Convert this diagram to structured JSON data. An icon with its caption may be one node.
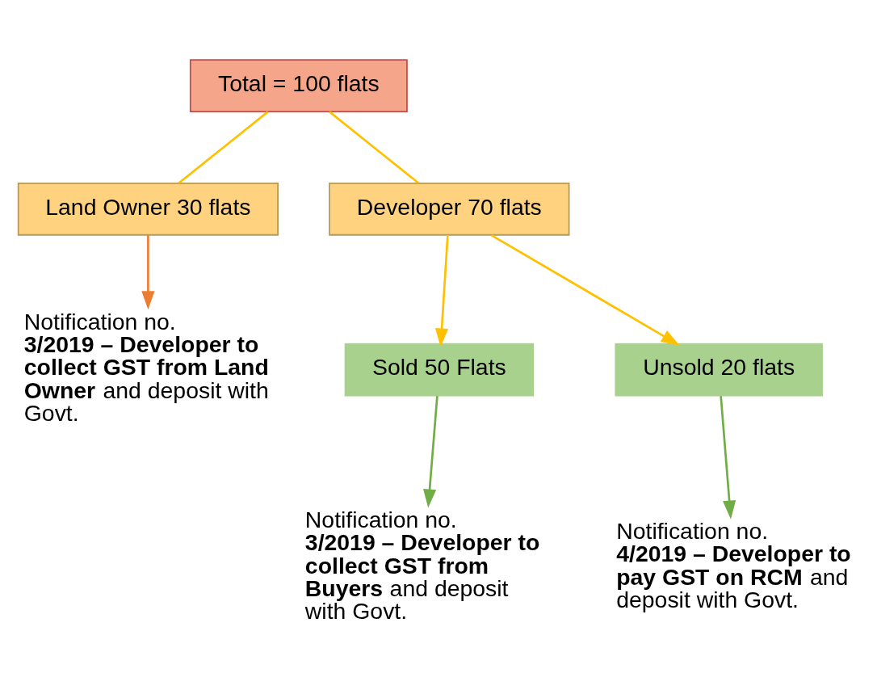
{
  "diagram": {
    "nodes": [
      {
        "text": [
          "Total = 100 flats"
        ]
      },
      {
        "text": [
          "Land Owner 30 flats"
        ]
      },
      {
        "text": [
          "Developer 70 flats"
        ]
      },
      {
        "text": [
          "Notification no. **3/2019 – Developer to collect GST from Land Owner** and deposit with Govt."
        ]
      },
      {
        "text": [
          "Sold 50 Flats"
        ]
      },
      {
        "text": [
          "Unsold 20 flats"
        ]
      },
      {
        "text": [
          "Notification no. **3/2019 – Developer to collect GST from Buyers** and deposit with Govt."
        ]
      },
      {
        "text": [
          "Notification no. **4/2019 – Developer to pay GST on RCM** and deposit with Govt."
        ]
      }
    ],
    "edges": [
      {
        "from": 0,
        "to": 1,
        "arrow": "none"
      },
      {
        "from": 0,
        "to": 2,
        "arrow": "none"
      },
      {
        "from": 1,
        "to": 3,
        "arrow": "to",
        "color": "#ed7d31"
      },
      {
        "from": 2,
        "to": 4,
        "arrow": "to"
      },
      {
        "from": 2,
        "to": 5,
        "arrow": "to"
      },
      {
        "from": 4,
        "to": 6,
        "arrow": "to",
        "color": "#70ad47"
      },
      {
        "from": 5,
        "to": 7,
        "arrow": "to",
        "color": "#70ad47"
      }
    ]
  }
}
